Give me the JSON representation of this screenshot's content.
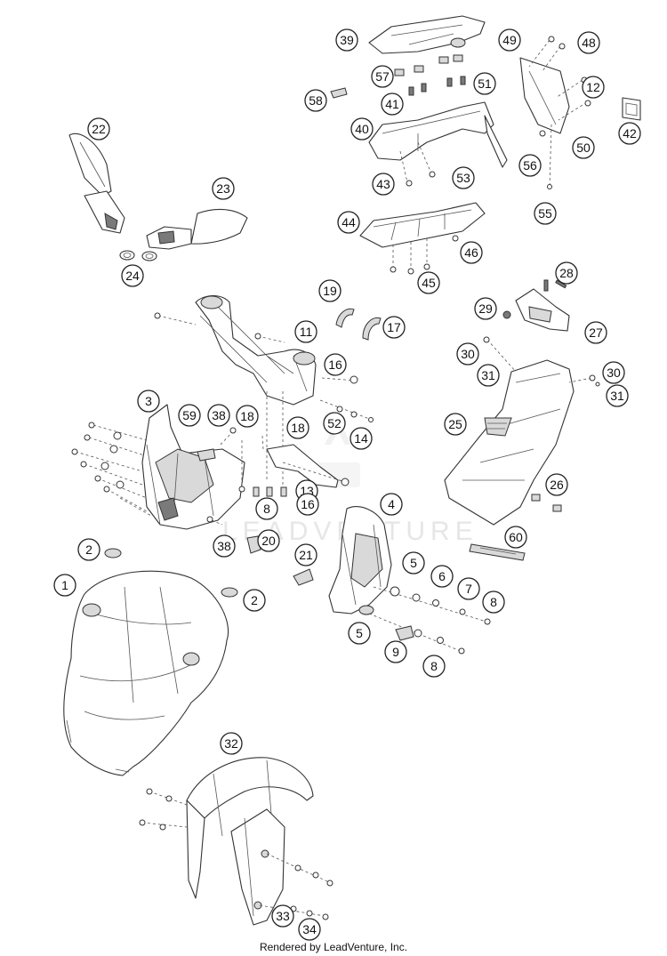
{
  "footer": {
    "text": "Rendered by LeadVenture, Inc."
  },
  "watermark": {
    "text": "LEADVENTURE"
  },
  "callouts": [
    "1",
    "2",
    "2",
    "3",
    "4",
    "5",
    "5",
    "6",
    "7",
    "8",
    "8",
    "8",
    "9",
    "11",
    "12",
    "13",
    "14",
    "16",
    "16",
    "17",
    "18",
    "18",
    "19",
    "20",
    "21",
    "22",
    "23",
    "24",
    "25",
    "26",
    "27",
    "28",
    "29",
    "30",
    "30",
    "31",
    "31",
    "32",
    "33",
    "34",
    "38",
    "38",
    "39",
    "40",
    "41",
    "42",
    "43",
    "44",
    "45",
    "46",
    "48",
    "49",
    "50",
    "51",
    "52",
    "53",
    "55",
    "56",
    "57",
    "58",
    "59",
    "60"
  ]
}
